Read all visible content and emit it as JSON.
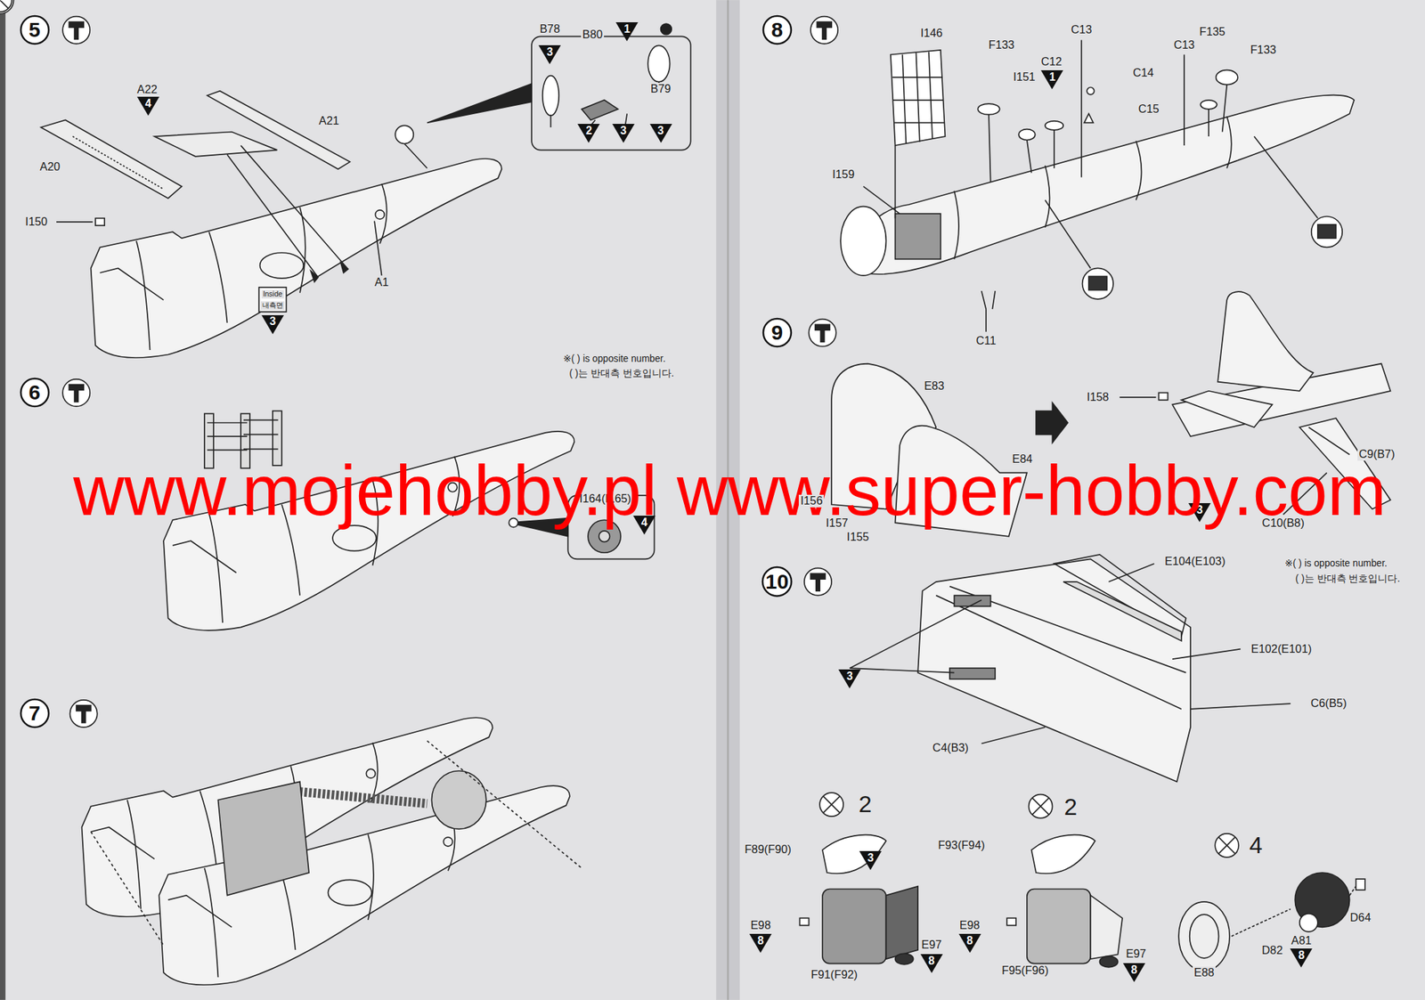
{
  "diagram": {
    "nodes": [
      {
        "text": [
          "5"
        ]
      },
      {
        "text": [
          "3"
        ]
      },
      {
        "text": [
          "1"
        ]
      },
      {
        "text": [
          "2"
        ]
      },
      {
        "text": [
          "3"
        ]
      },
      {
        "text": [
          "3"
        ]
      },
      {
        "text": [
          "4"
        ]
      },
      {
        "text": [
          "3"
        ]
      },
      {
        "text": [
          "6"
        ]
      },
      {
        "text": [
          "4"
        ]
      },
      {
        "text": [
          "7"
        ]
      },
      {
        "text": [
          "8"
        ]
      },
      {
        "text": [
          "1"
        ]
      },
      {
        "text": [
          "9"
        ]
      },
      {
        "text": [
          "3"
        ]
      },
      {
        "text": [
          "10"
        ]
      },
      {
        "text": [
          "3"
        ]
      },
      {
        "text": [
          "3"
        ]
      },
      {
        "text": [
          "8"
        ]
      },
      {
        "text": [
          "8"
        ]
      },
      {
        "text": [
          "8"
        ]
      },
      {
        "text": [
          "8"
        ]
      },
      {
        "text": [
          "8"
        ]
      }
    ],
    "labels": [
      "B78",
      "B80",
      "B79",
      "A22",
      "A21",
      "A20",
      "I150",
      "A1",
      "Inside",
      "내측면",
      "※( ) is opposite number.",
      "( )는 반대측 번호입니다.",
      "I164(I165)",
      "www.mojehobby.pl www.super-hobby.com",
      "I146",
      "F133",
      "C13",
      "C12",
      "C14",
      "I151",
      "C15",
      "C13",
      "F135",
      "F133",
      "I159",
      "C11",
      "E83",
      "I158",
      "C9(B7)",
      "E84",
      "I156",
      "I157",
      "I155",
      "C10(B8)",
      "E104(E103)",
      "※( ) is opposite number.",
      "( )는 반대측 번호입니다.",
      "E102(E101)",
      "C6(B5)",
      "C4(B3)",
      "2",
      "2",
      "4",
      "F89(F90)",
      "F93(F94)",
      "E98",
      "E98",
      "E97",
      "E97",
      "F91(F92)",
      "F95(F96)",
      "D64",
      "D82",
      "A81",
      "E88"
    ]
  }
}
